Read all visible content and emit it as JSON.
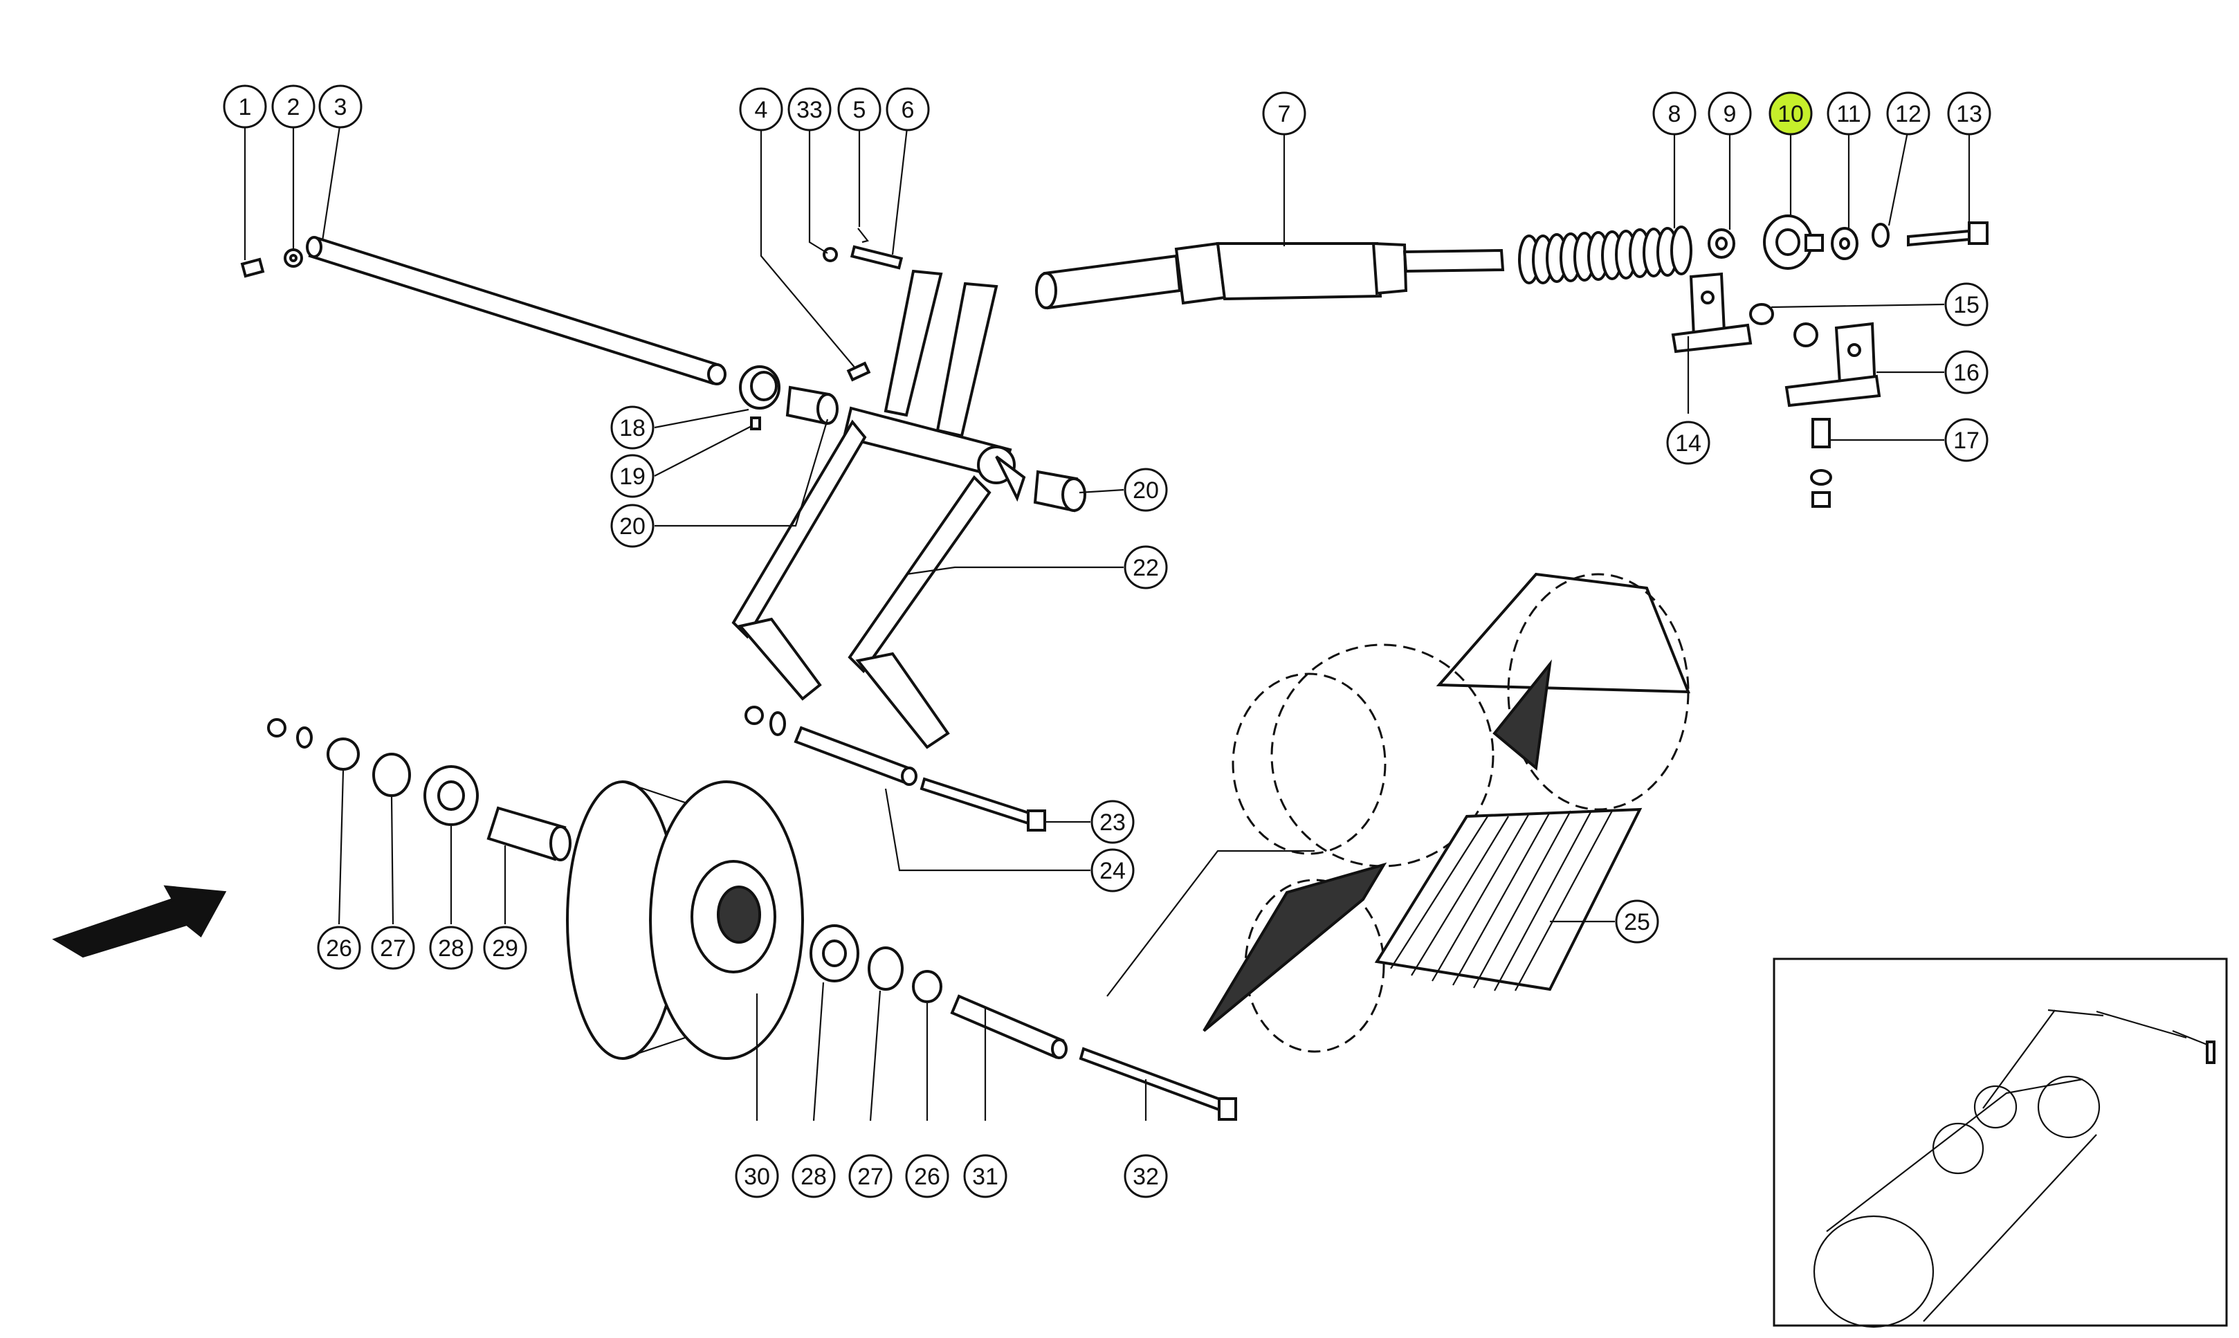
{
  "diagram": {
    "highlight_color": "#c6ef2b",
    "callouts": [
      {
        "id": "c1",
        "text": "1",
        "highlight": false
      },
      {
        "id": "c2",
        "text": "2",
        "highlight": false
      },
      {
        "id": "c3",
        "text": "3",
        "highlight": false
      },
      {
        "id": "c4",
        "text": "4",
        "highlight": false
      },
      {
        "id": "c33",
        "text": "33",
        "highlight": false
      },
      {
        "id": "c5",
        "text": "5",
        "highlight": false
      },
      {
        "id": "c6",
        "text": "6",
        "highlight": false
      },
      {
        "id": "c7",
        "text": "7",
        "highlight": false
      },
      {
        "id": "c8",
        "text": "8",
        "highlight": false
      },
      {
        "id": "c9",
        "text": "9",
        "highlight": false
      },
      {
        "id": "c10",
        "text": "10",
        "highlight": true
      },
      {
        "id": "c11",
        "text": "11",
        "highlight": false
      },
      {
        "id": "c12",
        "text": "12",
        "highlight": false
      },
      {
        "id": "c13",
        "text": "13",
        "highlight": false
      },
      {
        "id": "c15",
        "text": "15",
        "highlight": false
      },
      {
        "id": "c16",
        "text": "16",
        "highlight": false
      },
      {
        "id": "c14",
        "text": "14",
        "highlight": false
      },
      {
        "id": "c17",
        "text": "17",
        "highlight": false
      },
      {
        "id": "c18",
        "text": "18",
        "highlight": false
      },
      {
        "id": "c19",
        "text": "19",
        "highlight": false
      },
      {
        "id": "c20a",
        "text": "20",
        "highlight": false
      },
      {
        "id": "c20b",
        "text": "20",
        "highlight": false
      },
      {
        "id": "c22",
        "text": "22",
        "highlight": false
      },
      {
        "id": "c23",
        "text": "23",
        "highlight": false
      },
      {
        "id": "c24",
        "text": "24",
        "highlight": false
      },
      {
        "id": "c25",
        "text": "25",
        "highlight": false
      },
      {
        "id": "c26a",
        "text": "26",
        "highlight": false
      },
      {
        "id": "c27a",
        "text": "27",
        "highlight": false
      },
      {
        "id": "c28a",
        "text": "28",
        "highlight": false
      },
      {
        "id": "c29",
        "text": "29",
        "highlight": false
      },
      {
        "id": "c30",
        "text": "30",
        "highlight": false
      },
      {
        "id": "c28b",
        "text": "28",
        "highlight": false
      },
      {
        "id": "c27b",
        "text": "27",
        "highlight": false
      },
      {
        "id": "c26b",
        "text": "26",
        "highlight": false
      },
      {
        "id": "c31",
        "text": "31",
        "highlight": false
      },
      {
        "id": "c32",
        "text": "32",
        "highlight": false
      }
    ]
  }
}
